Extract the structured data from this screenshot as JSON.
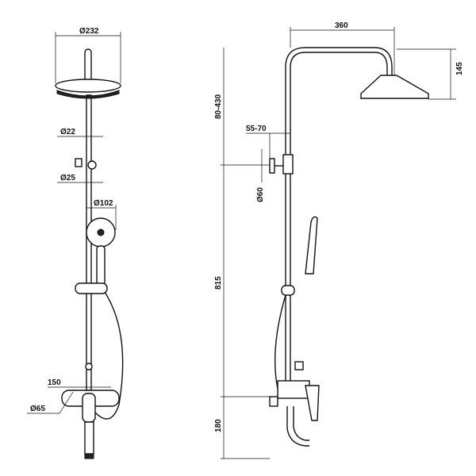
{
  "front_view": {
    "dimensions": {
      "head_diameter": "Ø232",
      "upper_pipe_diameter": "Ø22",
      "lower_pipe_diameter": "Ø25",
      "hand_shower_diameter": "Ø102",
      "mixer_width": "150",
      "handle_diameter": "Ø65"
    }
  },
  "side_view": {
    "dimensions": {
      "arm_reach": "360",
      "head_drop": "145",
      "height_adjust": "80-430",
      "wall_offset": "55-70",
      "bracket_diameter": "Ø60",
      "pipe_height": "815",
      "mixer_height": "180"
    }
  }
}
